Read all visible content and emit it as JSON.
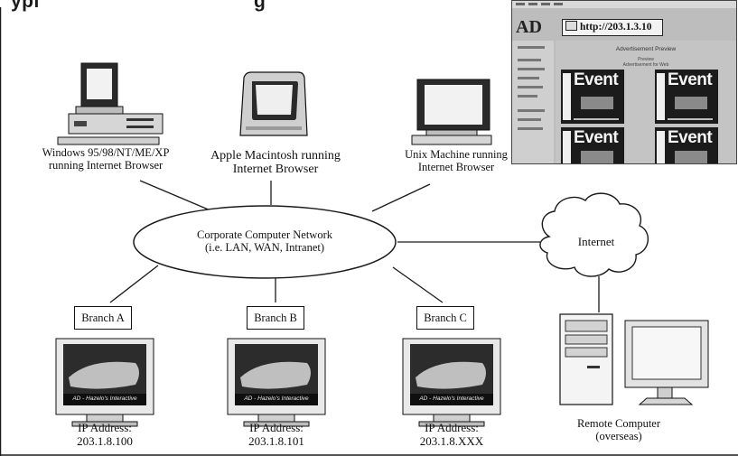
{
  "title_partial": "ypi",
  "heading_partial": "g",
  "browser_screenshot": {
    "logo": "AD",
    "url": "http://203.1.3.10",
    "panel_title": "Advertisement Preview",
    "panel_sub1": "Preview",
    "panel_sub2": "Advertisement for Web",
    "card_word": "Event"
  },
  "nodes": {
    "windows": {
      "line1": "Windows 95/98/NT/ME/XP",
      "line2": "running Internet Browser"
    },
    "mac": {
      "line1": "Apple Macintosh running",
      "line2": "Internet Browser"
    },
    "unix": {
      "line1": "Unix Machine running",
      "line2": "Internet Browser"
    },
    "network": {
      "line1": "Corporate Computer Network",
      "line2": "(i.e. LAN, WAN, Intranet)"
    },
    "internet": {
      "label": "Internet"
    },
    "branches": [
      {
        "name": "Branch A",
        "ip_label": "IP Address:",
        "ip": "203.1.8.100"
      },
      {
        "name": "Branch B",
        "ip_label": "IP Address:",
        "ip": "203.1.8.101"
      },
      {
        "name": "Branch C",
        "ip_label": "IP Address:",
        "ip": "203.1.8.XXX"
      }
    ],
    "remote": {
      "line1": "Remote Computer",
      "line2": "(overseas)"
    }
  },
  "monitor_screen": {
    "caption": "AD - Hazelo's Interactive"
  },
  "colors": {
    "line": "#1a1a1a",
    "device_light": "#f2f2f2",
    "device_mid": "#bdbdbd",
    "device_dark": "#2a2a2a",
    "screen_art": "#3a3a3a"
  }
}
